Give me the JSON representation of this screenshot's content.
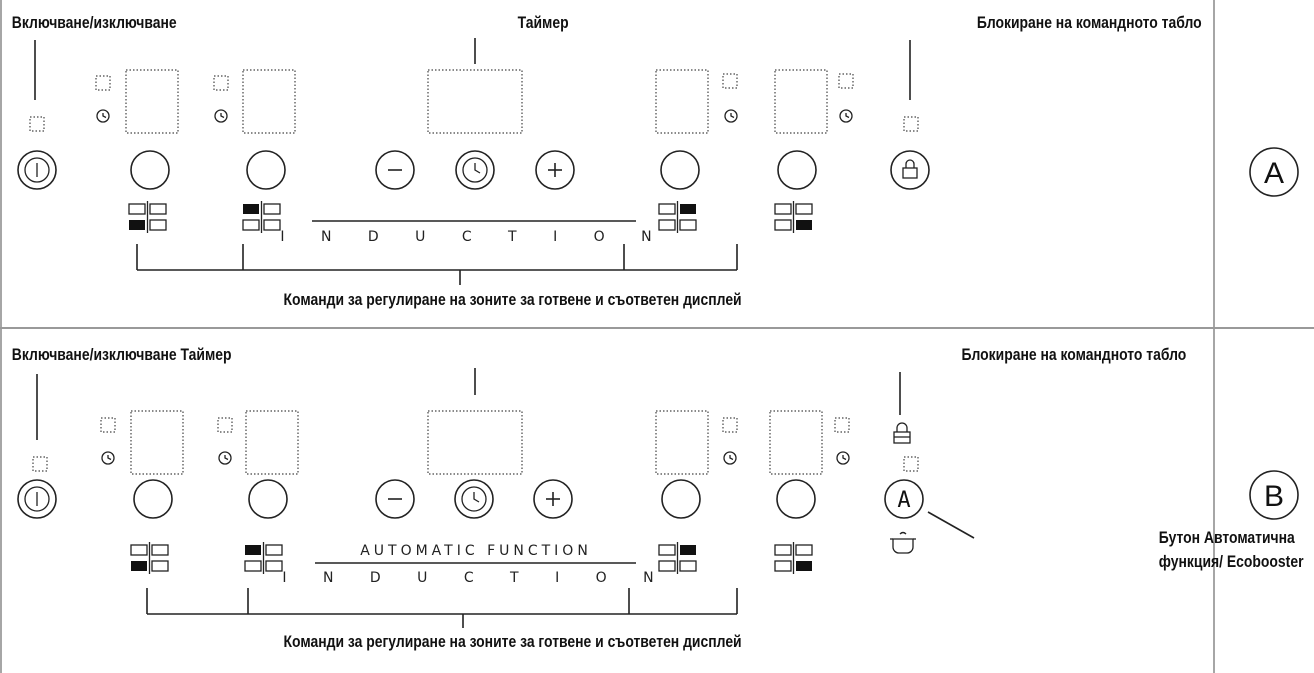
{
  "panel_a": {
    "letter": "A",
    "label_power": "Включване/изключване",
    "label_timer": "Таймер",
    "label_lock": "Блокиране на командното табло",
    "label_zones": "Команди за регулиране на зоните за готвене и съответен дисплей",
    "induction_text": "I N D U C T I O N"
  },
  "panel_b": {
    "letter": "B",
    "label_power_timer": "Включване/изключване Таймер",
    "label_lock": "Блокиране на командното табло",
    "label_zones": "Команди за регулиране на зоните за готвене и съответен дисплей",
    "auto_function_text": "AUTOMATIC FUNCTION",
    "induction_text": "I N D U C T I O N",
    "label_auto_button_line1": "Бутон Автоматична",
    "label_auto_button_line2": "функция/ Ecobooster",
    "auto_button_glyph": "A"
  },
  "icons": {
    "power": "power-icon",
    "minus": "minus-icon",
    "timer": "clock-icon",
    "plus": "plus-icon",
    "lock": "lock-icon",
    "pot": "pot-icon"
  }
}
